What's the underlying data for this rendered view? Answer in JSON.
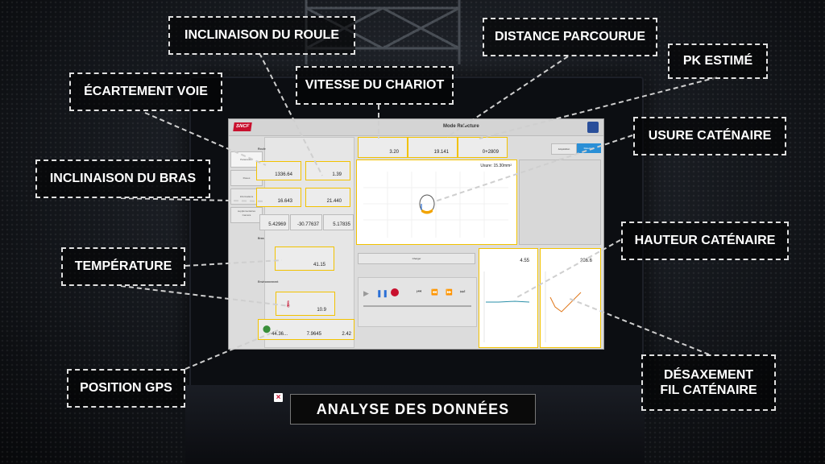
{
  "screen": {
    "logo": "SNCF",
    "mode_title": "Mode Relecture",
    "tabs": [
      "Paramètres",
      "Roues",
      "Informations supplémentaires",
      "Caméra"
    ],
    "sections": {
      "roule": "Roule",
      "bras": "Bras",
      "environnement": "Environnement"
    },
    "readings": {
      "ecartement": "1336.64",
      "inclinaison_roule": "1.39",
      "inclinaison_bras_1": "16.643",
      "inclinaison_bras_2": "21.440",
      "gps_lat": "5.42969",
      "gps_lon": "-30.77637",
      "gps_alt": "5.17835",
      "bras_angle": "41.15",
      "temperature": "10.9",
      "pos_lat": "44.36...",
      "pos_lon": "7.9645",
      "pos_alt": "2.42",
      "vitesse": "3.20",
      "distance": "19.141",
      "pk": "0+2809",
      "usure": "Usure: 15.30mm²",
      "hauteur": "4.55",
      "desaxement": "236.6"
    },
    "buttons": {
      "acquisition": "Acquisition",
      "relecture": "Relecture"
    },
    "charger_label": "Charger"
  },
  "callouts": {
    "inclinaison_roule": "INCLINAISON DU ROULE",
    "distance_parcourue": "DISTANCE PARCOURUE",
    "pk_estime": "PK ESTIMÉ",
    "ecartement_voie": "ÉCARTEMENT VOIE",
    "vitesse_chariot": "VITESSE DU CHARIOT",
    "usure_catenaire": "USURE CATÉNAIRE",
    "inclinaison_bras": "INCLINAISON DU BRAS",
    "hauteur_catenaire": "HAUTEUR CATÉNAIRE",
    "temperature": "TEMPÉRATURE",
    "position_gps": "POSITION GPS",
    "desaxement_line1": "DÉSAXEMENT",
    "desaxement_line2": "FIL CATÉNAIRE"
  },
  "footer": {
    "title": "ANALYSE DES DONNÉES",
    "close_icon": "close-icon"
  },
  "colors": {
    "accent": "#f2c200",
    "sncf_red": "#c8102e",
    "button_blue": "#2a8fd6"
  }
}
